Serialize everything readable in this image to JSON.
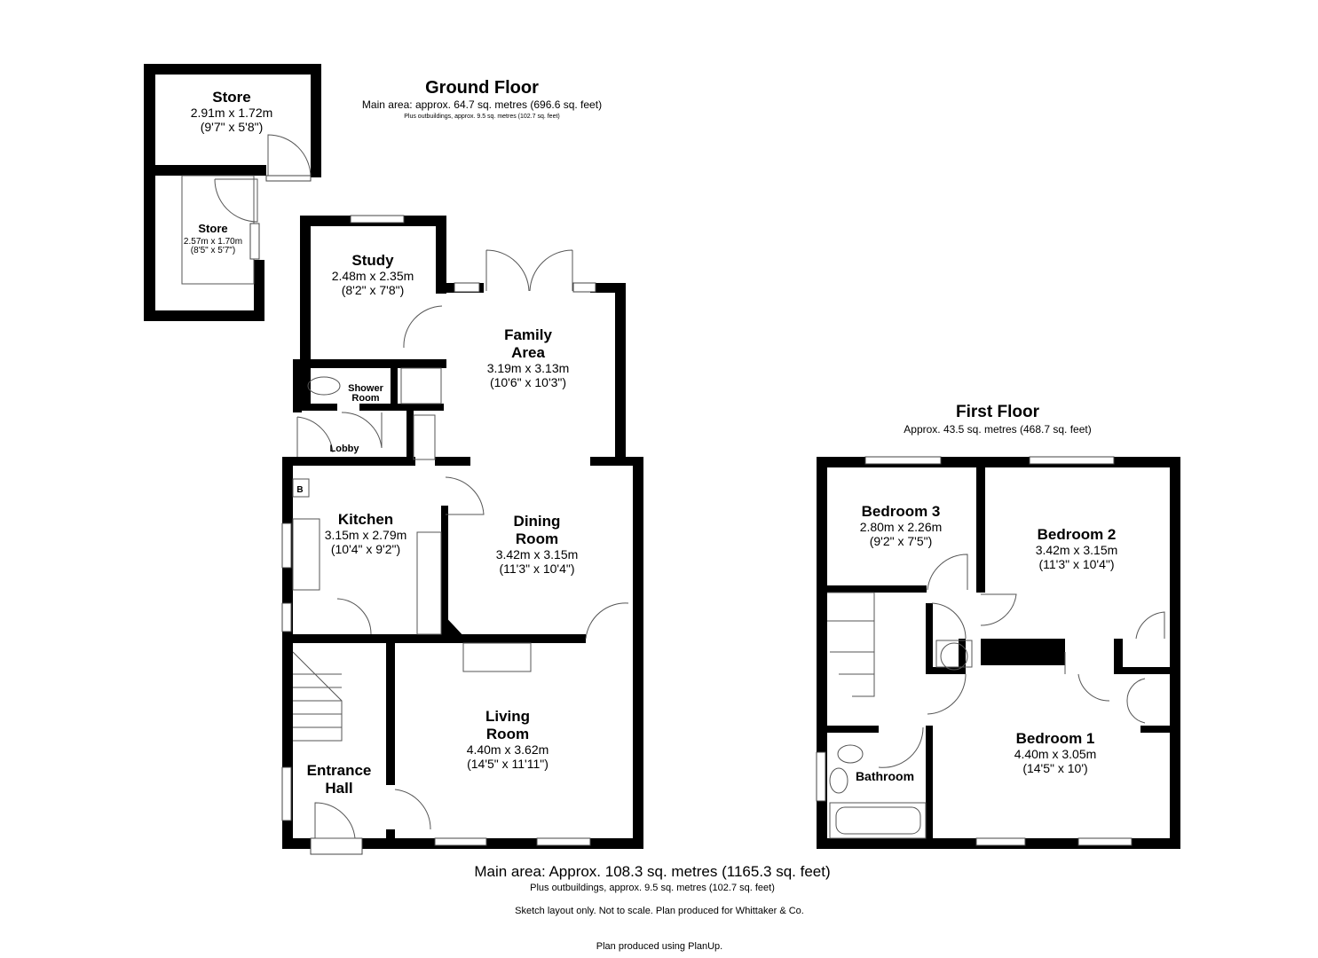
{
  "ground_floor": {
    "title": "Ground Floor",
    "area": "Main area: approx. 64.7 sq. metres (696.6 sq. feet)",
    "outbuildings": "Plus outbuildings, approx. 9.5 sq. metres (102.7 sq. feet)",
    "rooms": [
      {
        "name": "Store",
        "metric": "2.91m x 1.72m",
        "imperial": "(9'7\" x 5'8\")"
      },
      {
        "name": "Store",
        "metric": "2.57m x 1.70m",
        "imperial": "(8'5\" x 5'7\")"
      },
      {
        "name": "Study",
        "metric": "2.48m x 2.35m",
        "imperial": "(8'2\" x 7'8\")"
      },
      {
        "name": "Family",
        "name2": "Area",
        "metric": "3.19m x 3.13m",
        "imperial": "(10'6\" x 10'3\")"
      },
      {
        "name": "Shower",
        "name2": "Room"
      },
      {
        "name": "Lobby"
      },
      {
        "name": "Kitchen",
        "metric": "3.15m x 2.79m",
        "imperial": "(10'4\" x 9'2\")"
      },
      {
        "name": "Dining",
        "name2": "Room",
        "metric": "3.42m x 3.15m",
        "imperial": "(11'3\" x 10'4\")"
      },
      {
        "name": "Living",
        "name2": "Room",
        "metric": "4.40m x 3.62m",
        "imperial": "(14'5\" x 11'11\")"
      },
      {
        "name": "Entrance",
        "name2": "Hall"
      }
    ],
    "boiler_label": "B"
  },
  "first_floor": {
    "title": "First Floor",
    "area": "Approx. 43.5 sq. metres (468.7 sq. feet)",
    "rooms": [
      {
        "name": "Bedroom 3",
        "metric": "2.80m x 2.26m",
        "imperial": "(9'2\" x 7'5\")"
      },
      {
        "name": "Bedroom 2",
        "metric": "3.42m x 3.15m",
        "imperial": "(11'3\" x 10'4\")"
      },
      {
        "name": "Bedroom 1",
        "metric": "4.40m x 3.05m",
        "imperial": "(14'5\" x 10')"
      },
      {
        "name": "Bathroom"
      }
    ]
  },
  "footer": {
    "total_area": "Main area: Approx. 108.3 sq. metres (1165.3 sq. feet)",
    "outbuildings": "Plus outbuildings, approx. 9.5 sq. metres (102.7 sq. feet)",
    "disclaimer": "Sketch layout only. Not to scale. Plan produced for Whittaker & Co.",
    "credit": "Plan produced using PlanUp."
  }
}
